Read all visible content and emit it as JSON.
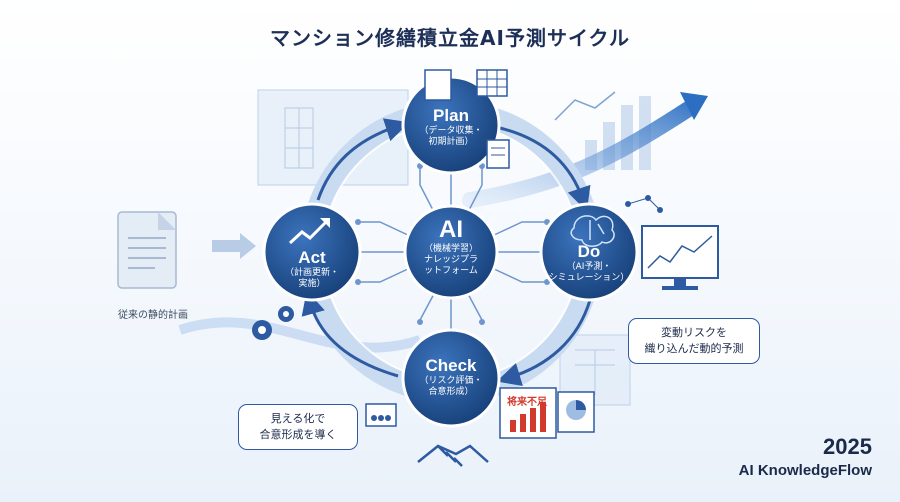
{
  "title": "マンション修繕積立金AI予測サイクル",
  "nodes": {
    "plan": {
      "main": "Plan",
      "sub1": "（データ収集・",
      "sub2": "初期計画）"
    },
    "do": {
      "main": "Do",
      "sub1": "（AI予測・",
      "sub2": "シミュレーション）"
    },
    "check": {
      "main": "Check",
      "sub1": "（リスク評価・",
      "sub2": "合意形成）"
    },
    "act": {
      "main": "Act",
      "sub1": "（計画更新・",
      "sub2": "実施）"
    },
    "ai": {
      "main": "AI",
      "sub1": "（機械学習）",
      "sub2": "ナレッジプラ",
      "sub3": "ットフォーム"
    }
  },
  "legacy_label": "従来の静的計画",
  "callouts": {
    "risk_line1": "変動リスクを",
    "risk_line2": "織り込んだ動的予測",
    "consensus_line1": "見える化で",
    "consensus_line2": "合意形成を導く"
  },
  "stamp_text": "将来不足",
  "brand": {
    "year": "2025",
    "name": "AI KnowledgeFlow"
  },
  "colors": {
    "node_fill": "#1f4f8f",
    "node_border": "#ffffff",
    "ring": "#c9dbf0",
    "arrow": "#2d5aa0",
    "warning": "#d23a2e"
  },
  "icons": [
    "document-icon",
    "arrow-right-icon",
    "blueprint-icon",
    "spreadsheet-icon",
    "bar-chart-icon",
    "trend-arrow-icon",
    "brain-icon",
    "monitor-chart-icon",
    "gear-icon",
    "rising-chart-icon",
    "pie-chart-icon",
    "meeting-icon",
    "handshake-icon"
  ]
}
